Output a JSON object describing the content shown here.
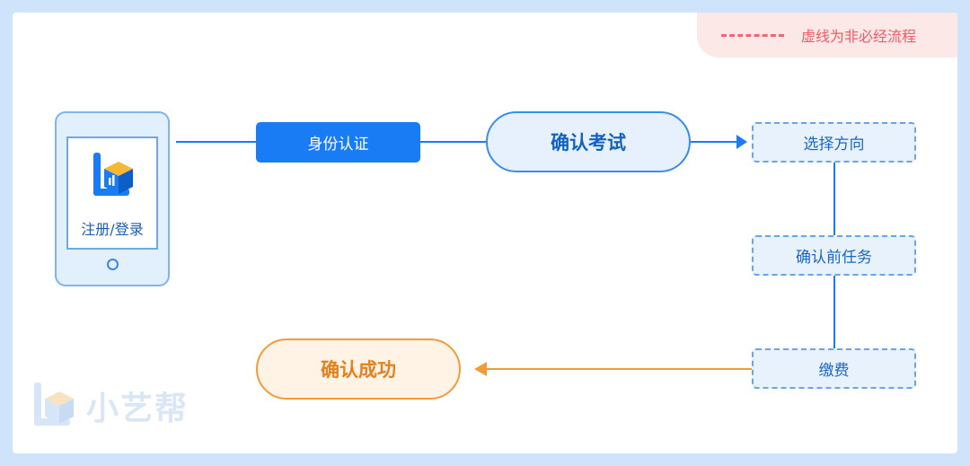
{
  "legend": {
    "text": "虚线为非必经流程"
  },
  "phone": {
    "label": "注册/登录"
  },
  "nodes": {
    "identity": "身份认证",
    "confirm_exam": "确认考试",
    "choose_direction": "选择方向",
    "confirm_tasks": "确认前任务",
    "pay": "缴费",
    "success": "确认成功"
  },
  "watermark": {
    "text": "小艺帮"
  },
  "colors": {
    "primary": "#1a7cf4",
    "dashed_border": "#6aa5ea",
    "success_orange": "#f59a3a",
    "legend_red": "#ee5b63"
  }
}
